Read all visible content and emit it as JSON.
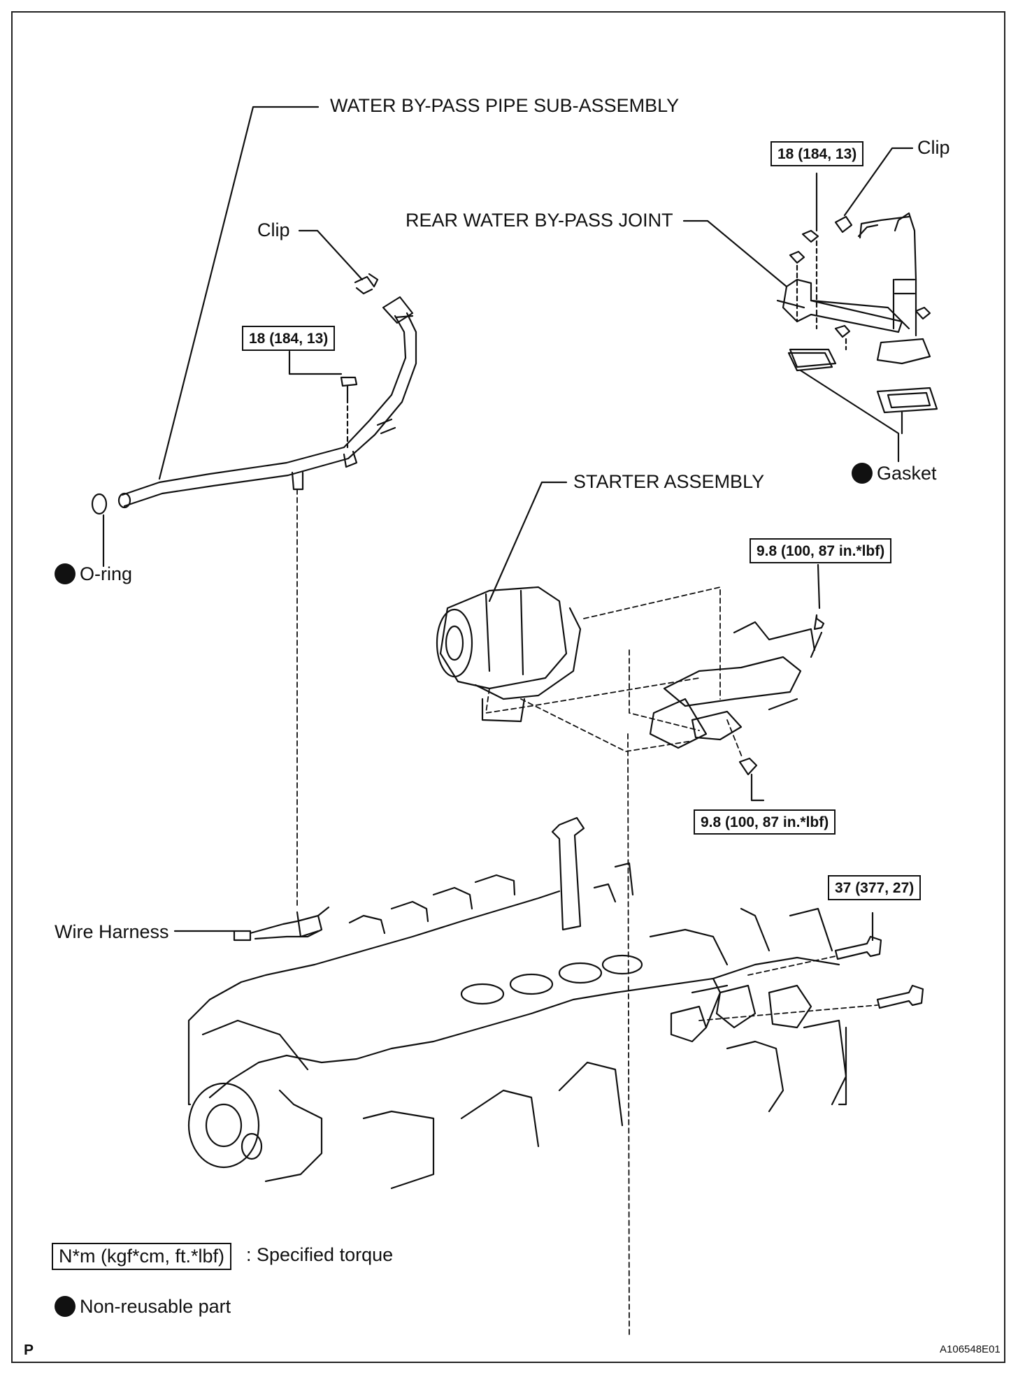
{
  "labels": {
    "water_bypass_pipe": "WATER BY-PASS PIPE SUB-ASSEMBLY",
    "clip_left": "Clip",
    "clip_right": "Clip",
    "rear_joint": "REAR WATER BY-PASS JOINT",
    "gasket": "Gasket",
    "starter": "STARTER ASSEMBLY",
    "oring": "O-ring",
    "wire_harness": "Wire Harness"
  },
  "torques": {
    "pipe_bolt": "18 (184, 13)",
    "joint_nut": "18 (184, 13)",
    "starter_bolt_top": "9.8 (100, 87 in.*lbf)",
    "starter_nut_bottom": "9.8 (100, 87 in.*lbf)",
    "starter_mount": "37 (377, 27)"
  },
  "legend": {
    "torque_box": "N*m (kgf*cm, ft.*lbf)",
    "torque_desc": ": Specified torque",
    "nonreusable": "Non-reusable part"
  },
  "footer": {
    "p_mark": "P",
    "figure_id": "A106548E01"
  }
}
